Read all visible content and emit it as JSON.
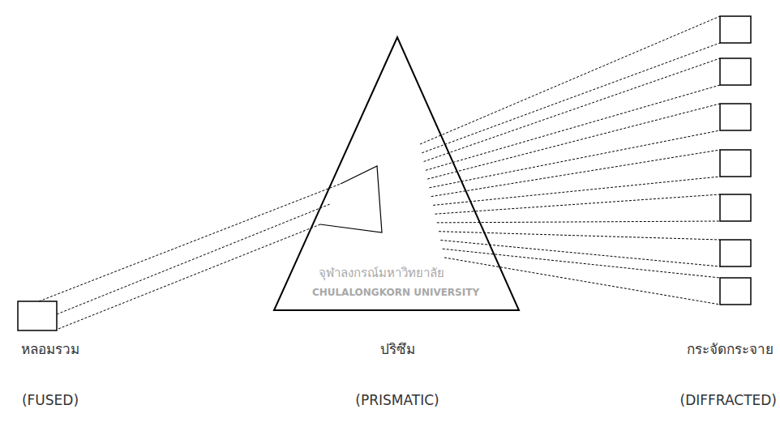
{
  "diagram": {
    "labels": [
      "หลอมรวม",
      "(FUSED)",
      "ปริซึม",
      "(PRISMATIC)",
      "กระจัดกระจาย",
      "(DIFFRACTED)",
      "จุฬาลงกรณ์มหาวิทยาลัย",
      "CHULALONGKORN UNIVERSITY"
    ]
  }
}
